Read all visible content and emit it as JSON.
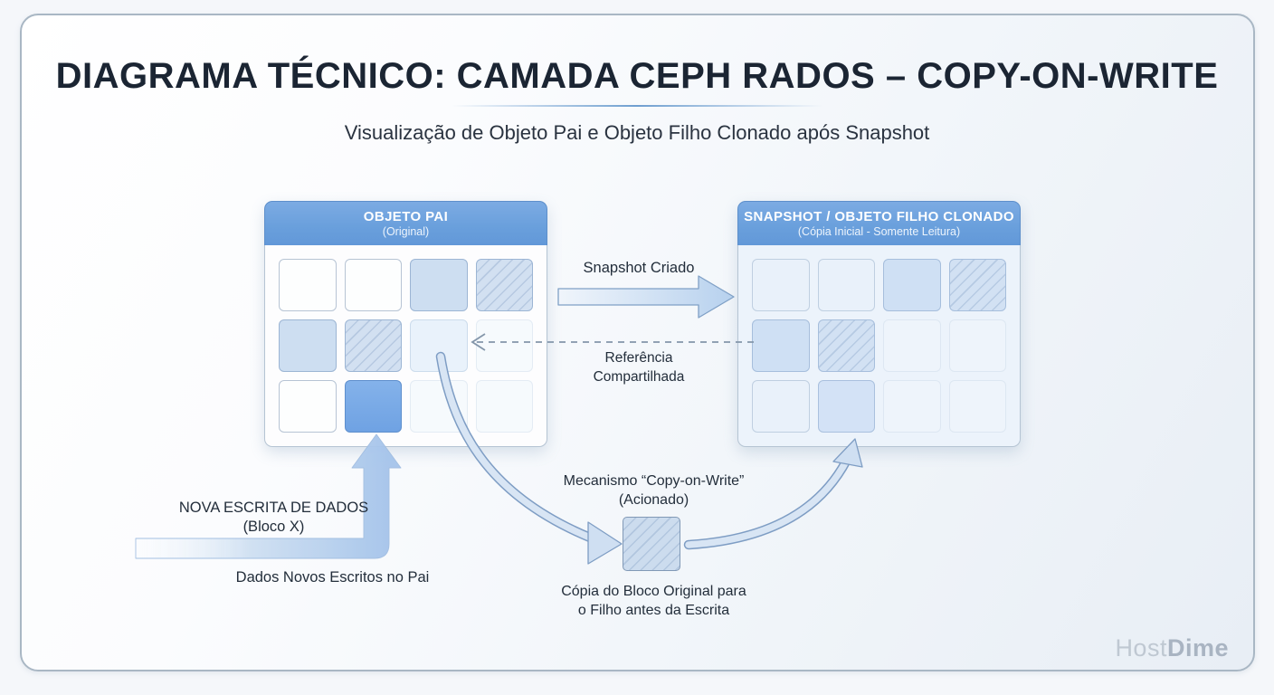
{
  "title": "DIAGRAMA TÉCNICO: CAMADA CEPH RADOS – COPY-ON-WRITE",
  "subtitle": "Visualização de Objeto Pai e Objeto Filho Clonado após Snapshot",
  "parent_box": {
    "header": "OBJETO PAI",
    "subheader": "(Original)",
    "cells": [
      "white",
      "white",
      "solid",
      "hatched",
      "solid",
      "hatched",
      "ref",
      "faint",
      "white",
      "highlight",
      "faint",
      "faint"
    ]
  },
  "child_box": {
    "header": "SNAPSHOT / OBJETO FILHO CLONADO",
    "subheader": "(Cópia Inicial - Somente Leitura)",
    "cells": [
      "light",
      "light",
      "solid",
      "hatched",
      "solid",
      "hatched",
      "faint",
      "faint",
      "light",
      "solid2",
      "faint",
      "faint"
    ]
  },
  "labels": {
    "snapshot_arrow": "Snapshot Criado",
    "shared_ref_line1": "Referência",
    "shared_ref_line2": "Compartilhada",
    "cow_line1": "Mecanismo “Copy-on-Write”",
    "cow_line2": "(Acionado)",
    "copy_caption_line1": "Cópia do Bloco Original para",
    "copy_caption_line2": "o Filho antes da Escrita",
    "new_write_line1": "NOVA ESCRITA DE DADOS",
    "new_write_line2": "(Bloco X)",
    "new_data_caption": "Dados Novos Escritos no Pai"
  },
  "watermark": {
    "part1": "Host",
    "part2": "Dime"
  },
  "colors": {
    "header_blue": "#6ba0dd",
    "highlight_cell_blue": "#79aae7",
    "solid_cell_blue": "#cddef1",
    "arrow_fill": "#b9d2ee",
    "arrow_outline": "#7e9dc4",
    "title_text": "#1b2533",
    "card_border": "#a9b7c4",
    "watermark_gray": "#b5bfca"
  }
}
